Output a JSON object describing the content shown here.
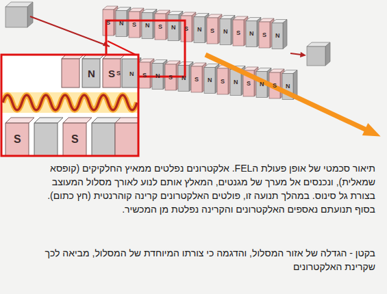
{
  "diagram": {
    "caption": "תיאור סכמטי של אופן פעולת הFEL. אלקטרונים נפלטים ממאיץ החלקיקים (קופסא שמאלית), ונכנסים אל מערך של מגנטים, המאלץ אותם לנוע לאורך מסלול המעוצב בצורת גל סינוס. במהלך תנועה זו, פולטים האלקטרונים קרינה קוהרנטית (חץ כתום). בסוף תנועתם נאספים האלקטרונים והקרינה נפלטת מן המכשיר.",
    "labels": [
      "בקטן - הגדלה של אזור המסלול, והדגמה כי צורתו המיוחדת של המסלול, מביאה לכך שקרינת האלקטרונים",
      "S",
      "N",
      "S",
      "N",
      "S",
      "N",
      "S",
      "N",
      "S",
      "N",
      "S",
      "N",
      "S",
      "N",
      "S",
      "N",
      "S",
      "N",
      "S",
      "N",
      "S",
      "N",
      "S",
      "N",
      "S",
      "N",
      "S",
      "N",
      "N",
      "S",
      "S",
      "S"
    ]
  }
}
